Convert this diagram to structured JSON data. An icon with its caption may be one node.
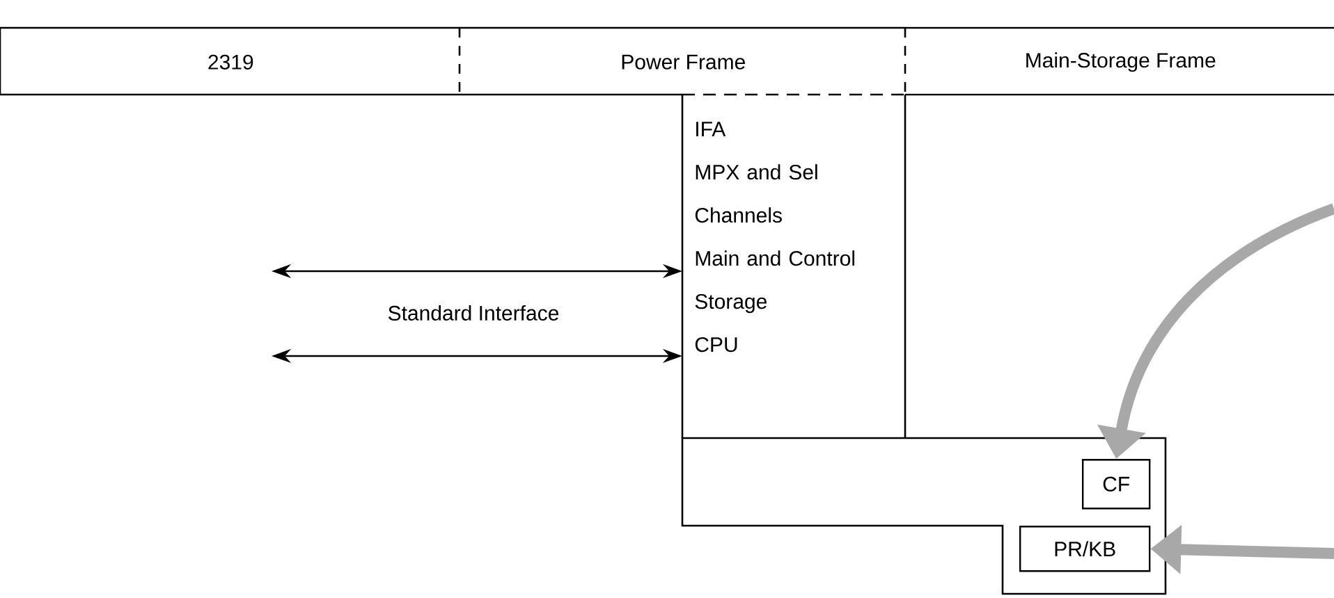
{
  "diagram": {
    "nodes": [
      {
        "text": [
          "2319"
        ]
      },
      {
        "text": [
          "Power Frame"
        ]
      },
      {
        "text": [
          "Main-Storage Frame"
        ]
      },
      {
        "text": [
          "IFA",
          "MPX and Sel Channels",
          "Main and Control Storage",
          "CPU"
        ]
      },
      {
        "text": [],
        "shape": "box"
      },
      {
        "text": [
          "CF"
        ],
        "in": 4
      },
      {
        "text": [
          "PR/KB"
        ],
        "in": 4
      }
    ],
    "edges": [
      {
        "from": null,
        "to": 3,
        "arrow": "both"
      },
      {
        "from": null,
        "to": 3,
        "arrow": "both"
      },
      {
        "from": null,
        "to": 5,
        "arrow": "to",
        "style": "thick",
        "color": "#a8a8a8"
      },
      {
        "from": null,
        "to": 6,
        "arrow": "to",
        "style": "thick",
        "color": "#a8a8a8"
      }
    ],
    "labels": [
      "Standard Interface"
    ]
  }
}
